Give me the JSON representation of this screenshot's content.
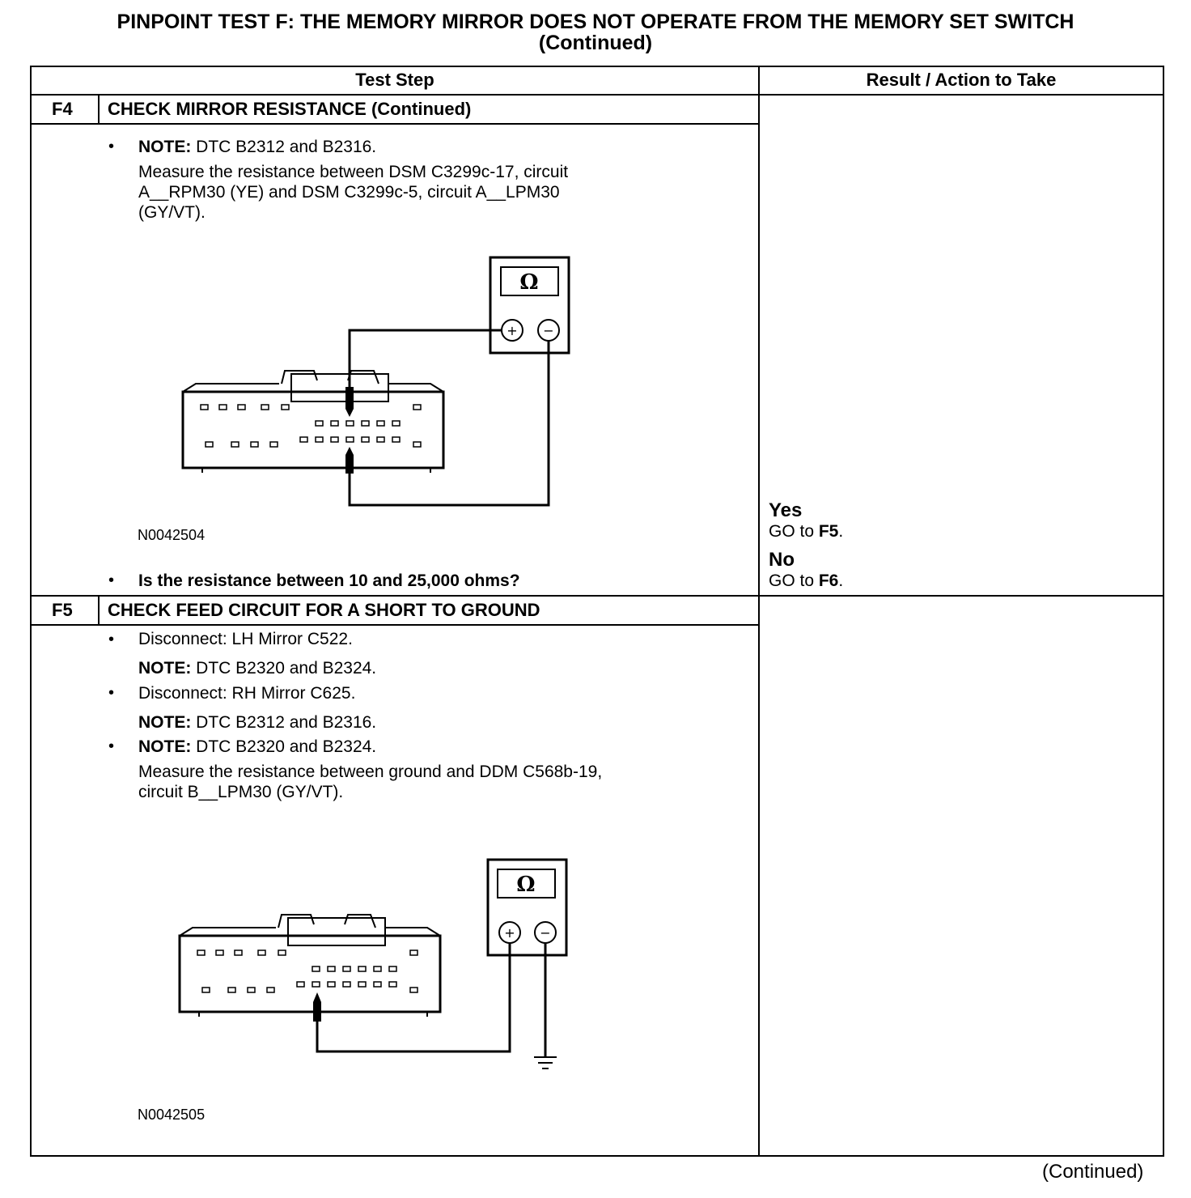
{
  "title": {
    "line1": "PINPOINT TEST  F: THE MEMORY MIRROR DOES NOT OPERATE FROM THE MEMORY SET SWITCH",
    "line2": "(Continued)"
  },
  "columns": {
    "test_step": "Test Step",
    "result": "Result / Action to Take"
  },
  "steps": [
    {
      "id": "F4",
      "title": "CHECK MIRROR RESISTANCE (Continued)",
      "note_label": "NOTE:",
      "note_text": " DTC B2312 and B2316.",
      "measure_text": "Measure the resistance between DSM C3299c-17, circuit\nA__RPM30 (YE) and DSM C3299c-5, circuit A__LPM30\n(GY/VT).",
      "meter_symbol": "Ω",
      "plus_symbol": "+",
      "minus_symbol": "−",
      "figure_id": "N0042504",
      "question": "Is the resistance between 10 and 25,000 ohms?",
      "results": [
        {
          "label": "Yes",
          "action": "GO to ",
          "target": "F5",
          "end": "."
        },
        {
          "label": "No",
          "action": "GO to ",
          "target": "F6",
          "end": "."
        }
      ]
    },
    {
      "id": "F5",
      "title": "CHECK FEED CIRCUIT FOR A SHORT TO GROUND",
      "items": [
        {
          "bullet": true,
          "label": "",
          "text": "Disconnect: LH Mirror C522."
        },
        {
          "bullet": false,
          "label": "NOTE:",
          "text": " DTC B2320 and B2324."
        },
        {
          "bullet": true,
          "label": "",
          "text": "Disconnect: RH Mirror C625."
        },
        {
          "bullet": false,
          "label": "NOTE:",
          "text": " DTC B2312 and B2316."
        },
        {
          "bullet": true,
          "label": "NOTE:",
          "text": " DTC B2320 and B2324."
        }
      ],
      "measure_text": "Measure the resistance between ground and DDM C568b-19,\ncircuit B__LPM30 (GY/VT).",
      "meter_symbol": "Ω",
      "plus_symbol": "+",
      "minus_symbol": "−",
      "figure_id": "N0042505"
    }
  ],
  "bullet_char": "•",
  "footer": "(Continued)"
}
